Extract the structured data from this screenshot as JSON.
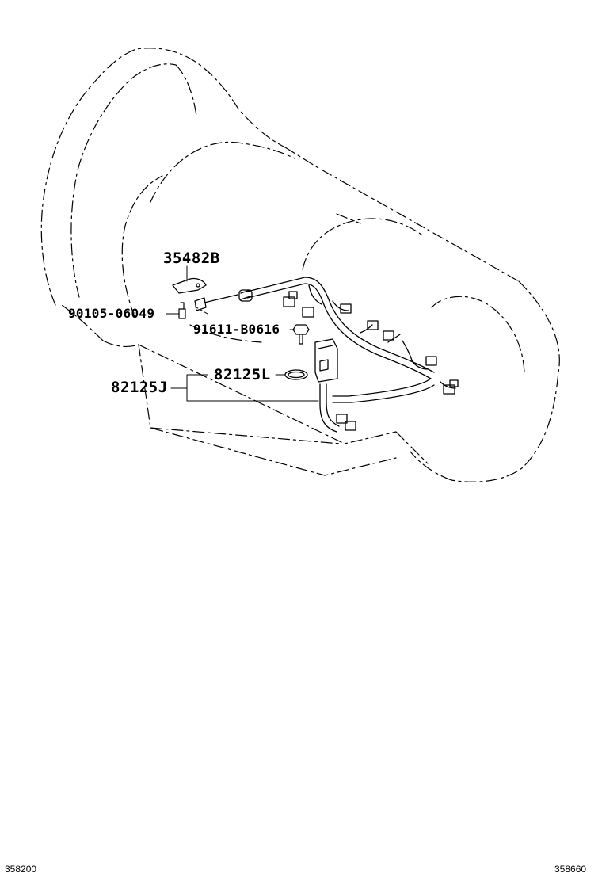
{
  "parts": {
    "bracket": "35482B",
    "bolt": "90105-06049",
    "clamp_bolt": "91611-B0616",
    "harness_assembly": "82125J",
    "o_ring": "82125L"
  },
  "footer": {
    "left_code": "358200",
    "right_code": "358660"
  },
  "colors": {
    "line": "#000000",
    "background": "#ffffff"
  }
}
